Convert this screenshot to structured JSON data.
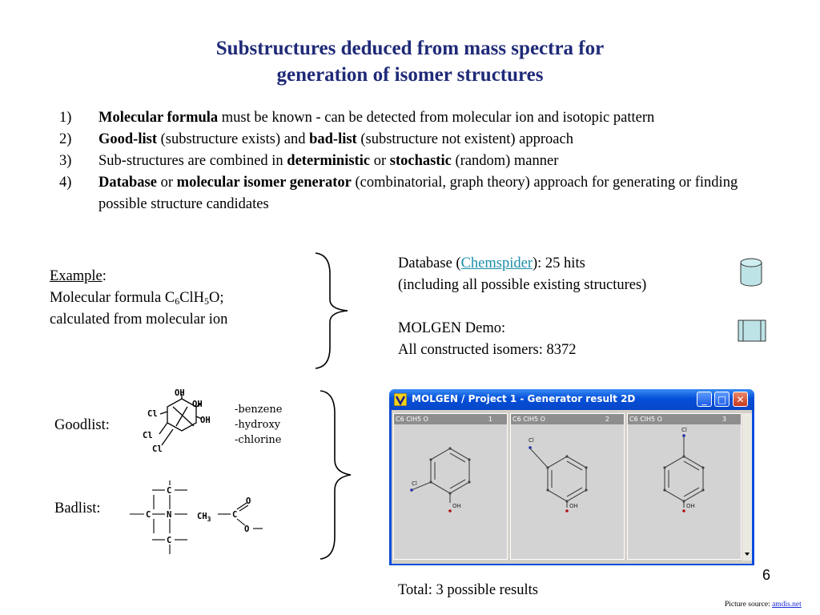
{
  "title": {
    "line1": "Substructures deduced from mass spectra for",
    "line2": "generation of isomer structures"
  },
  "list": [
    {
      "num": "1)",
      "b1": "Molecular formula",
      "t1": " must be known - can be detected from molecular ion and isotopic pattern"
    },
    {
      "num": "2)",
      "b1": "Good-list",
      "t1": " (substructure exists) and ",
      "b2": "bad-list",
      "t2": " (substructure not existent) approach"
    },
    {
      "num": "3)",
      "t0": "Sub-structures are combined in ",
      "b1": "deterministic",
      "t1": " or ",
      "b2": "stochastic",
      "t2": " (random) manner"
    },
    {
      "num": "4)",
      "b1": "Database",
      "t1": " or ",
      "b2": "molecular isomer generator",
      "t2": " (combinatorial, graph theory) approach for generating or finding possible structure candidates"
    }
  ],
  "example": {
    "label": "Example",
    "colon": ":",
    "formula_prefix": "Molecular formula C",
    "sub1": "6",
    "mid": "ClH",
    "sub2": "5",
    "suffix": "O;",
    "line3": "calculated from molecular ion"
  },
  "database": {
    "prefix": "Database (",
    "link": "Chemspider",
    "suffix": "): 25 hits",
    "line2": "(including all possible existing structures)"
  },
  "molgen": {
    "line1": "MOLGEN Demo:",
    "line2": "All constructed isomers:   8372"
  },
  "goodlist": {
    "label": "Goodlist:",
    "features": [
      "-benzene",
      "-hydroxy",
      "-chlorine"
    ],
    "atoms": {
      "oh": "OH",
      "cl": "Cl"
    }
  },
  "badlist": {
    "label": "Badlist:",
    "atoms": {
      "c": "C",
      "n": "N",
      "ch3": "CH",
      "ch3_sub": "3",
      "o": "O"
    }
  },
  "window": {
    "title": "MOLGEN / Project 1 - Generator result 2D",
    "panels": [
      {
        "formula": "C6 ClH5 O",
        "index": "1"
      },
      {
        "formula": "C6 ClH5 O",
        "index": "2"
      },
      {
        "formula": "C6 ClH5 O",
        "index": "3"
      }
    ],
    "atom_cl": "Cl",
    "atom_oh": "OH",
    "btn_min": "_",
    "btn_max": "□",
    "btn_close": "✕"
  },
  "total": "Total: 3 possible results",
  "page_number": "6",
  "source": {
    "prefix": "Picture source: ",
    "link": "amdis.net"
  },
  "colors": {
    "title": "#1f2a78",
    "link": "#1a8ea8",
    "xp_blue": "#0a4ddb",
    "close_red": "#d9472b"
  }
}
